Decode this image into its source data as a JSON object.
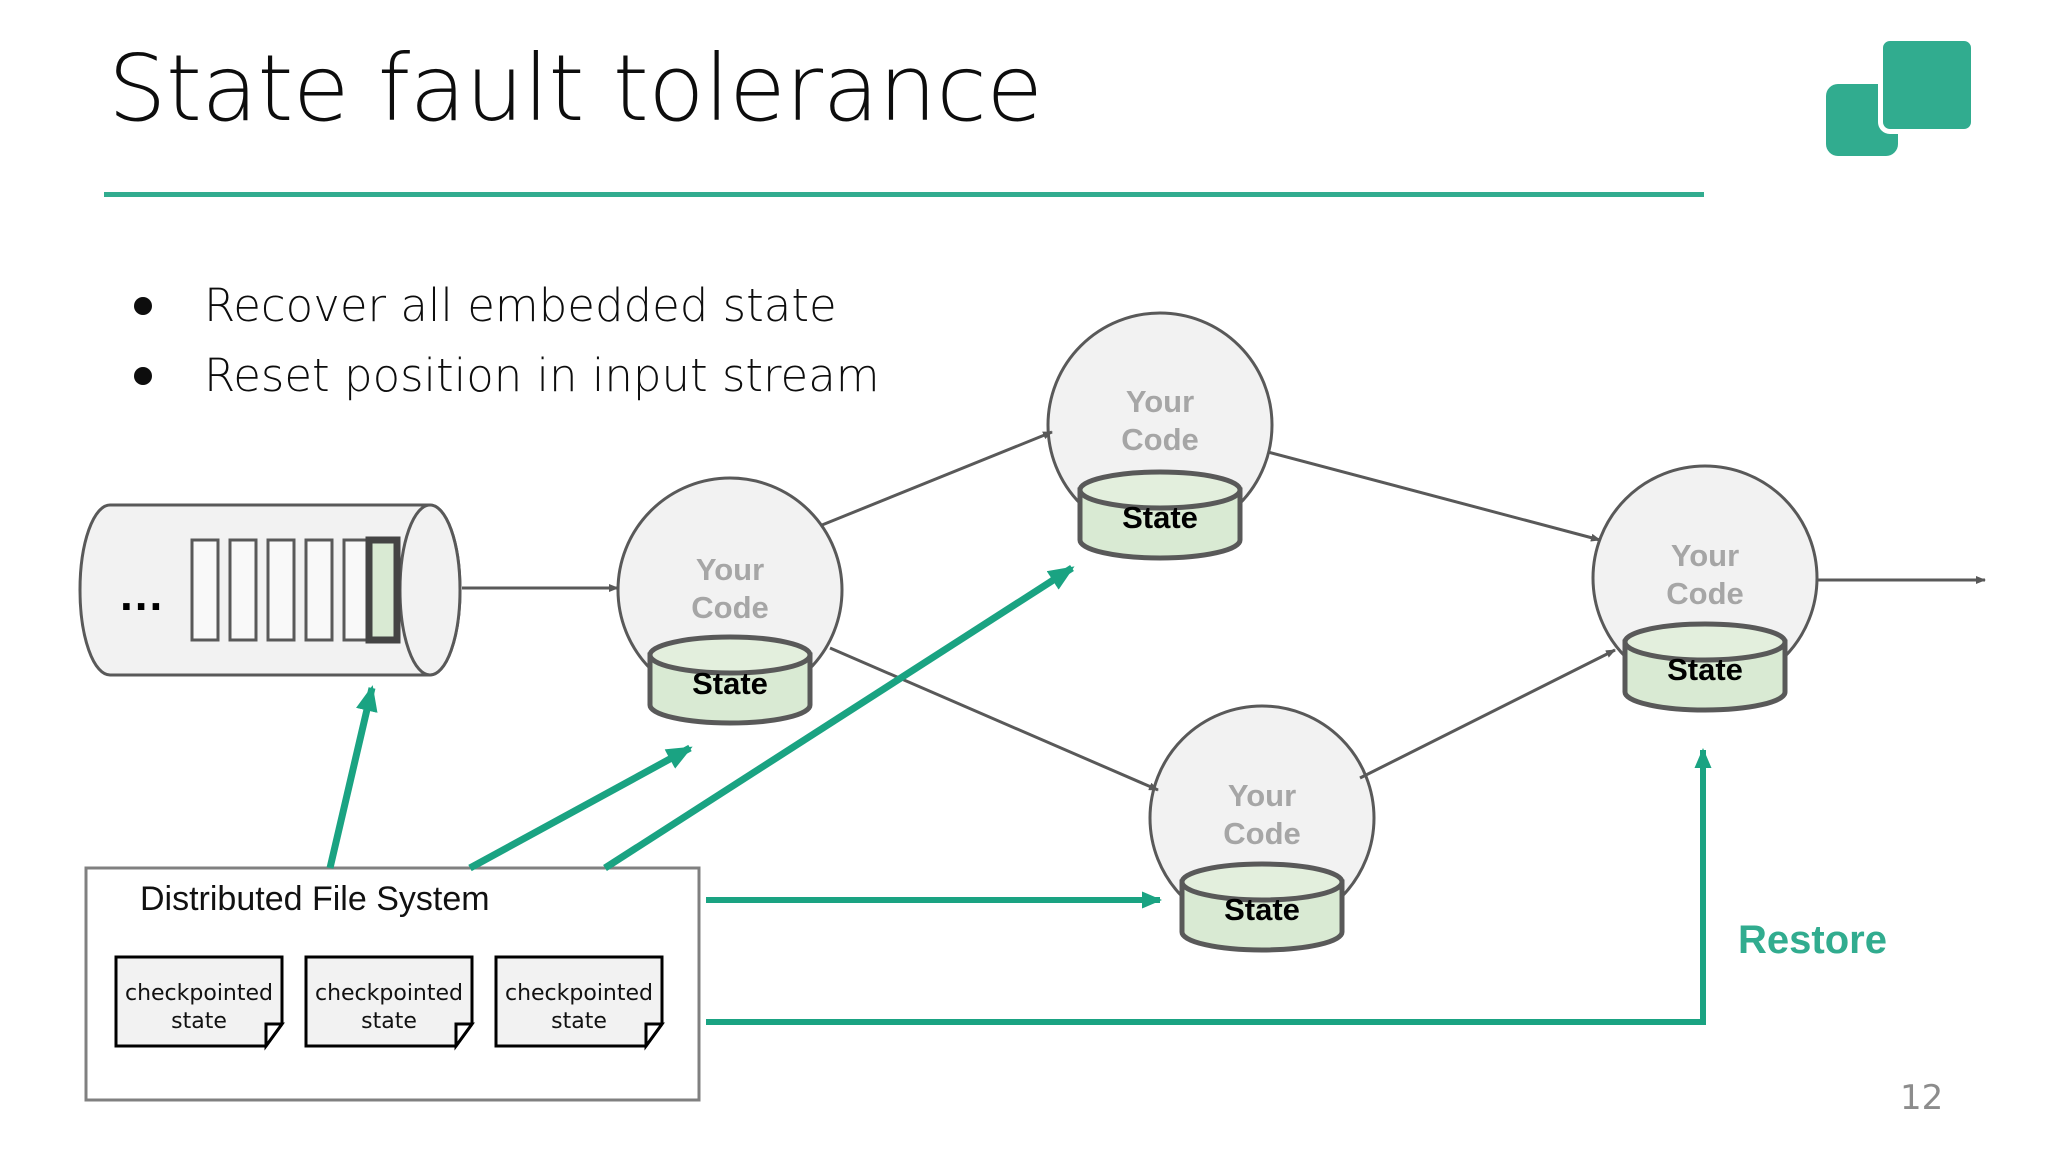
{
  "slide": {
    "title": "State fault tolerance",
    "number": "12",
    "accent_color": "#31ac8f",
    "logo": {
      "name": "two-overlapping-squares-logo",
      "color": "#31ac8f"
    }
  },
  "bullets": [
    {
      "text": "Recover all embedded state"
    },
    {
      "text": "Reset position in input stream"
    }
  ],
  "diagram": {
    "input_stream": {
      "ellipsis": "...",
      "records": 6,
      "highlighted_record_index": 5,
      "record_fill": "#f3f3f3",
      "highlight_fill": "#d9ead3",
      "body_fill": "#f2f2f2"
    },
    "nodes": [
      {
        "id": "node-1",
        "label_line1": "Your",
        "label_line2": "Code",
        "state_label": "State"
      },
      {
        "id": "node-2",
        "label_line1": "Your",
        "label_line2": "Code",
        "state_label": "State"
      },
      {
        "id": "node-3",
        "label_line1": "Your",
        "label_line2": "Code",
        "state_label": "State"
      },
      {
        "id": "node-4",
        "label_line1": "Your",
        "label_line2": "Code",
        "state_label": "State"
      }
    ],
    "dfs": {
      "title": "Distributed File System",
      "documents": [
        {
          "line1": "checkpointed",
          "line2": "state"
        },
        {
          "line1": "checkpointed",
          "line2": "state"
        },
        {
          "line1": "checkpointed",
          "line2": "state"
        }
      ]
    },
    "restore_label": "Restore",
    "node_fill": "#f2f2f2",
    "node_stroke": "#595959",
    "state_fill": "#d9ead3",
    "state_stroke": "#595959"
  }
}
